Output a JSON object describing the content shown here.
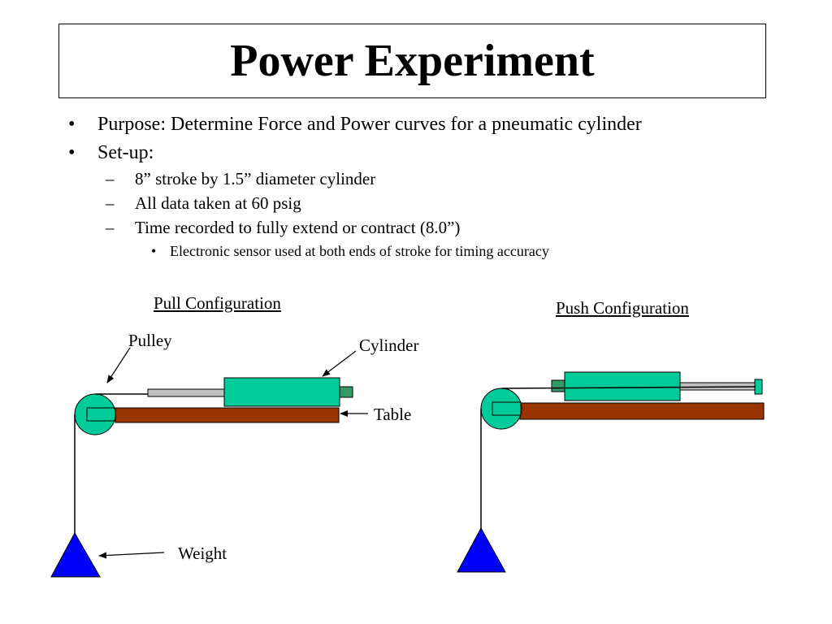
{
  "title": "Power Experiment",
  "bullets": {
    "purpose": "Purpose: Determine Force and Power curves for a pneumatic cylinder",
    "setup": "Set-up:",
    "stroke": "8” stroke by 1.5” diameter cylinder",
    "psig": "All data taken at 60 psig",
    "time": "Time recorded to fully extend or contract (8.0”)",
    "sensor": "Electronic sensor used at both ends of stroke for timing accuracy",
    "level1_marker": "•",
    "level2_marker": "–",
    "level3_marker": "•"
  },
  "diagrams": {
    "pull": {
      "heading": "Pull Configuration",
      "labels": {
        "pulley": "Pulley",
        "cylinder": "Cylinder",
        "table": "Table",
        "weight": "Weight"
      }
    },
    "push": {
      "heading": "Push Configuration"
    }
  },
  "colors": {
    "cylinder": "#00cc99",
    "cylinder_end": "#339966",
    "table": "#993300",
    "weight": "#0000ff",
    "rod": "#c0c0c0",
    "pulley": "#00cc99"
  }
}
